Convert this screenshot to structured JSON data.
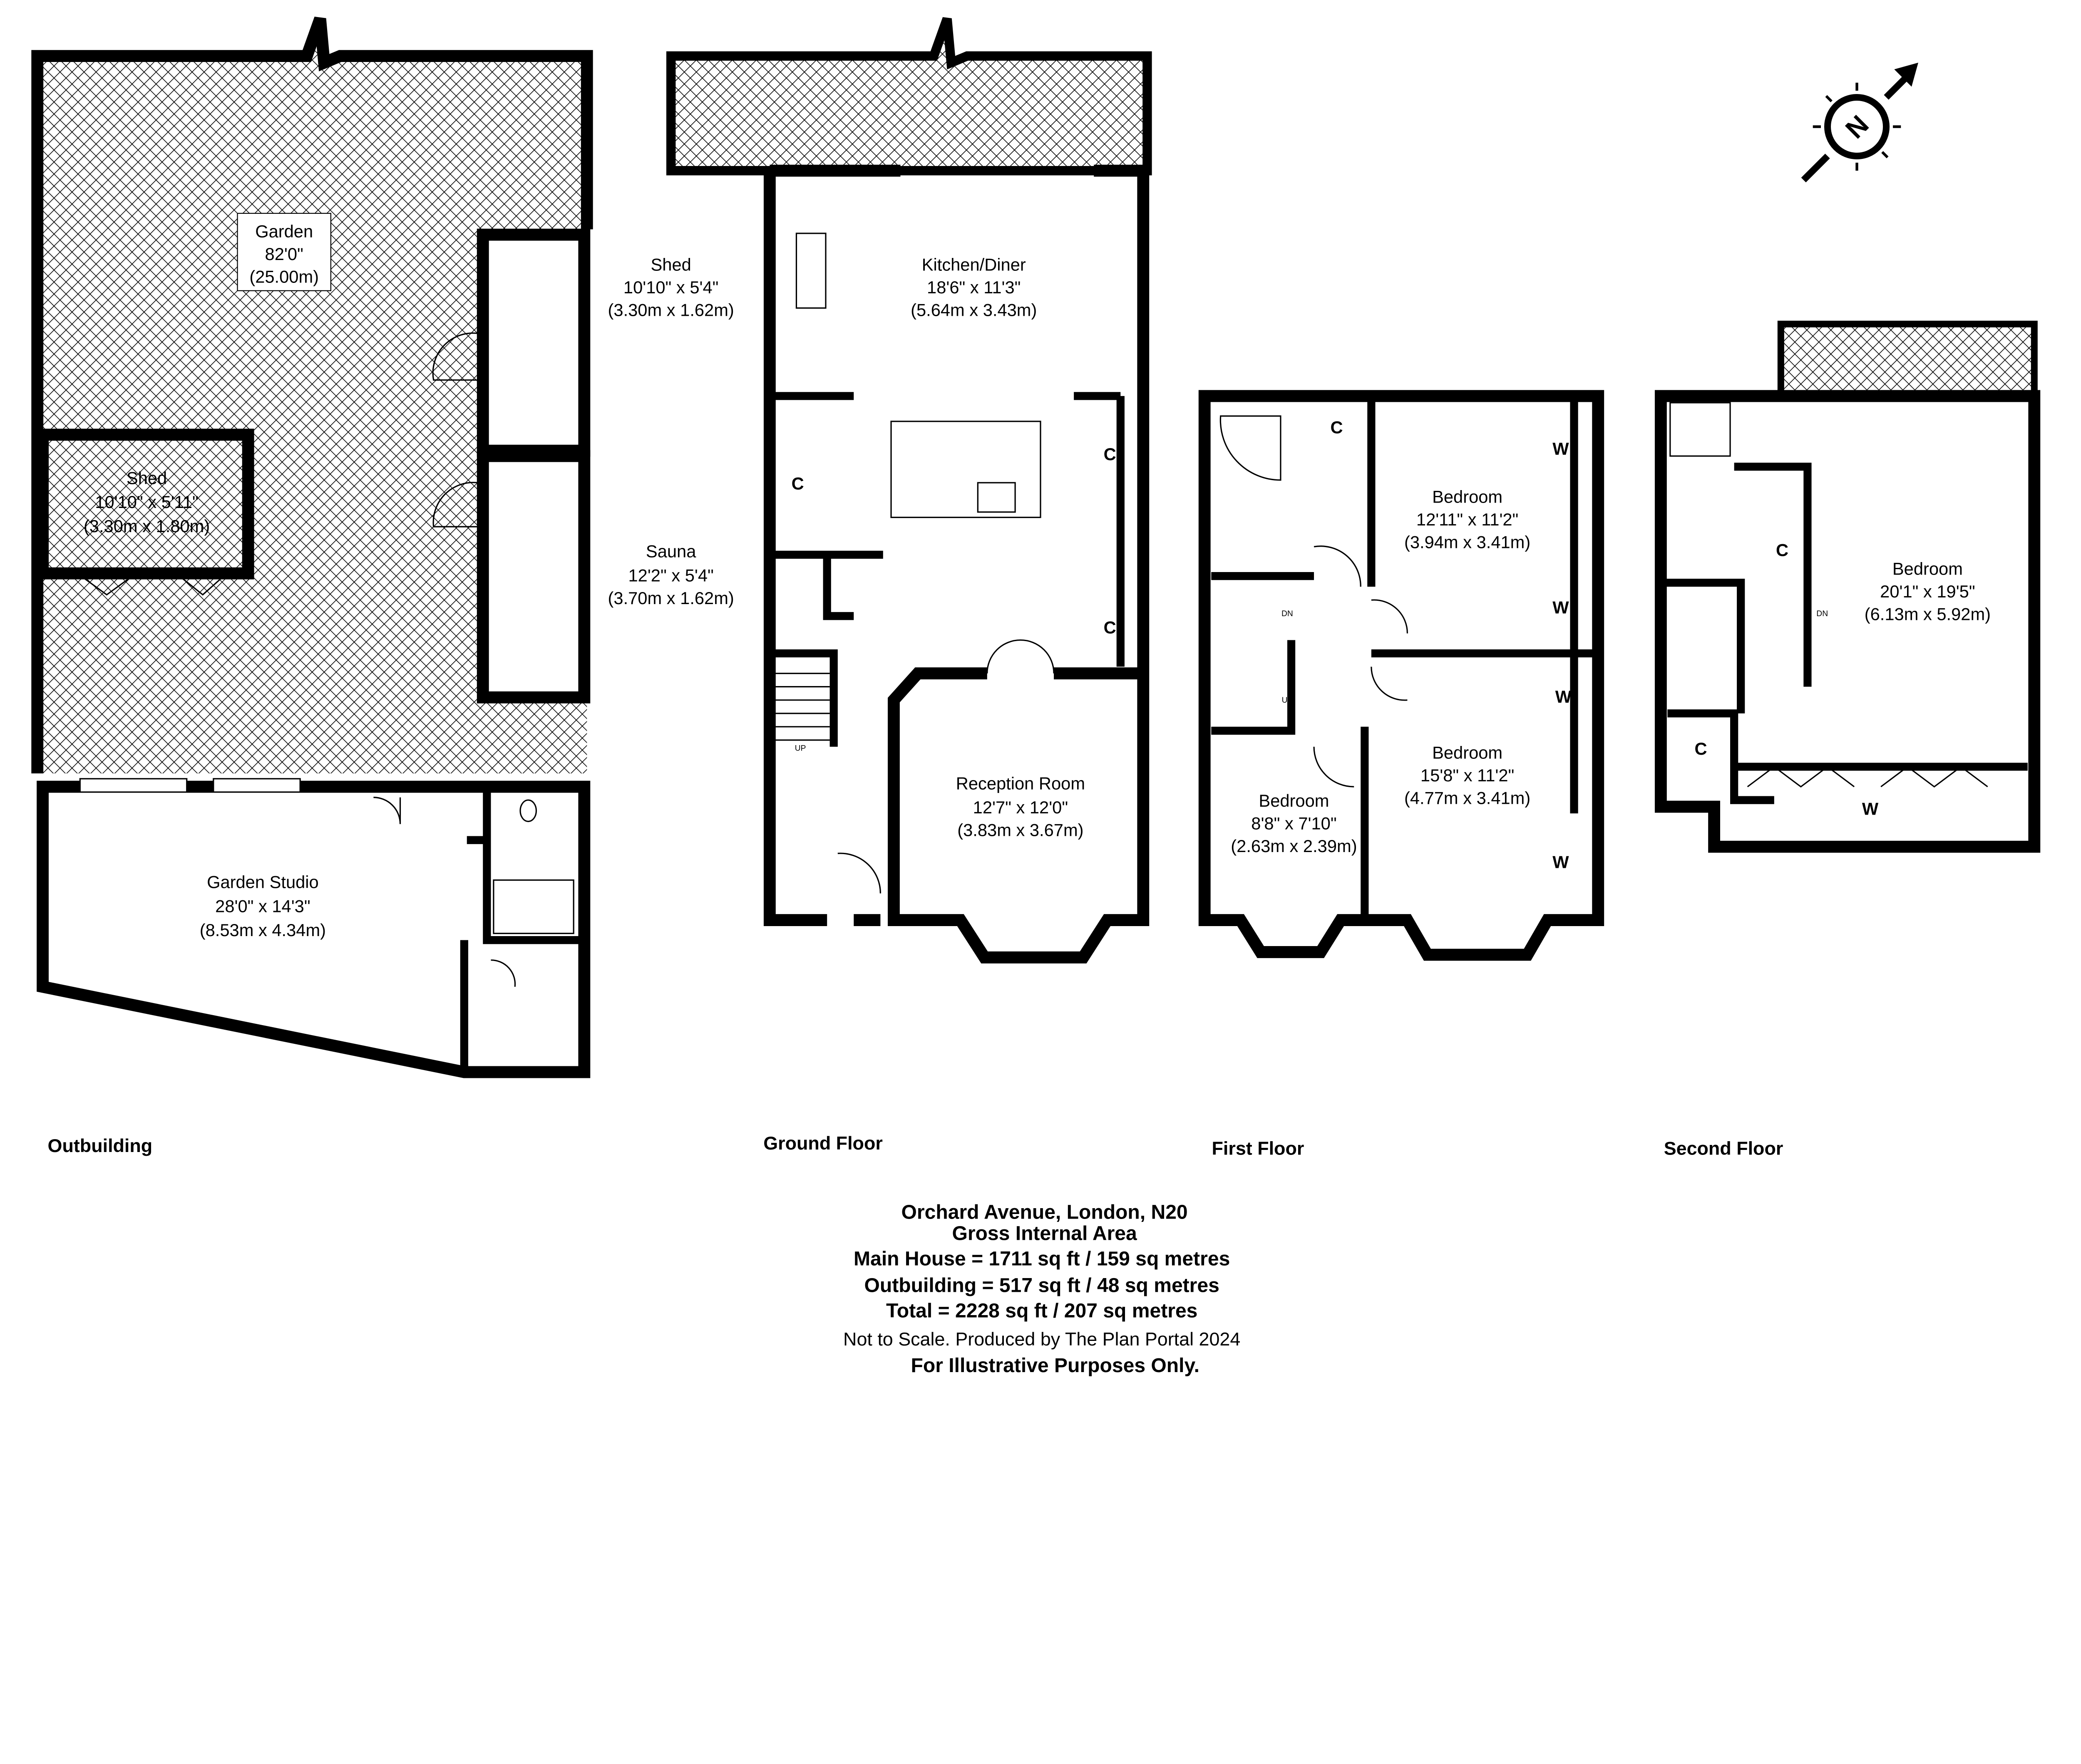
{
  "outbuilding": {
    "title": "Outbuilding",
    "garden": {
      "name": "Garden",
      "dim": "82'0\"",
      "metric": "(25.00m)"
    },
    "shed_right": {
      "name": "Shed",
      "dim": "10'10\" x 5'4\"",
      "metric": "(3.30m x 1.62m)"
    },
    "shed_left": {
      "name": "Shed",
      "dim": "10'10\" x 5'11\"",
      "metric": "(3.30m x 1.80m)"
    },
    "sauna": {
      "name": "Sauna",
      "dim": "12'2\" x 5'4\"",
      "metric": "(3.70m x 1.62m)"
    },
    "studio": {
      "name": "Garden Studio",
      "dim": "28'0\" x 14'3\"",
      "metric": "(8.53m x 4.34m)"
    }
  },
  "ground": {
    "title": "Ground Floor",
    "kitchen": {
      "name": "Kitchen/Diner",
      "dim": "18'6\" x 11'3\"",
      "metric": "(5.64m x 3.43m)"
    },
    "reception": {
      "name": "Reception Room",
      "dim": "12'7\" x 12'0\"",
      "metric": "(3.83m x 3.67m)"
    },
    "cupboard": "C",
    "up": "UP"
  },
  "first": {
    "title": "First Floor",
    "bed1": {
      "name": "Bedroom",
      "dim": "12'11\" x 11'2\"",
      "metric": "(3.94m x 3.41m)"
    },
    "bed2": {
      "name": "Bedroom",
      "dim": "15'8\" x 11'2\"",
      "metric": "(4.77m x 3.41m)"
    },
    "bed3": {
      "name": "Bedroom",
      "dim": "8'8\" x 7'10\"",
      "metric": "(2.63m x 2.39m)"
    },
    "cupboard": "C",
    "wardrobe": "W",
    "dn": "DN",
    "up": "UP"
  },
  "second": {
    "title": "Second Floor",
    "bed": {
      "name": "Bedroom",
      "dim": "20'1\" x 19'5\"",
      "metric": "(6.13m x 5.92m)"
    },
    "cupboard": "C",
    "wardrobe": "W",
    "dn": "DN"
  },
  "compass": {
    "label": "N"
  },
  "footer": {
    "address": "Orchard Avenue, London, N20",
    "gia": "Gross Internal Area",
    "main_house": "Main House = 1711 sq ft / 159 sq metres",
    "outbuilding": "Outbuilding = 517 sq ft / 48 sq metres",
    "total": "Total = 2228 sq ft / 207 sq metres",
    "note": "Not to Scale. Produced by The Plan Portal 2024",
    "disclaimer": "For Illustrative Purposes Only."
  }
}
